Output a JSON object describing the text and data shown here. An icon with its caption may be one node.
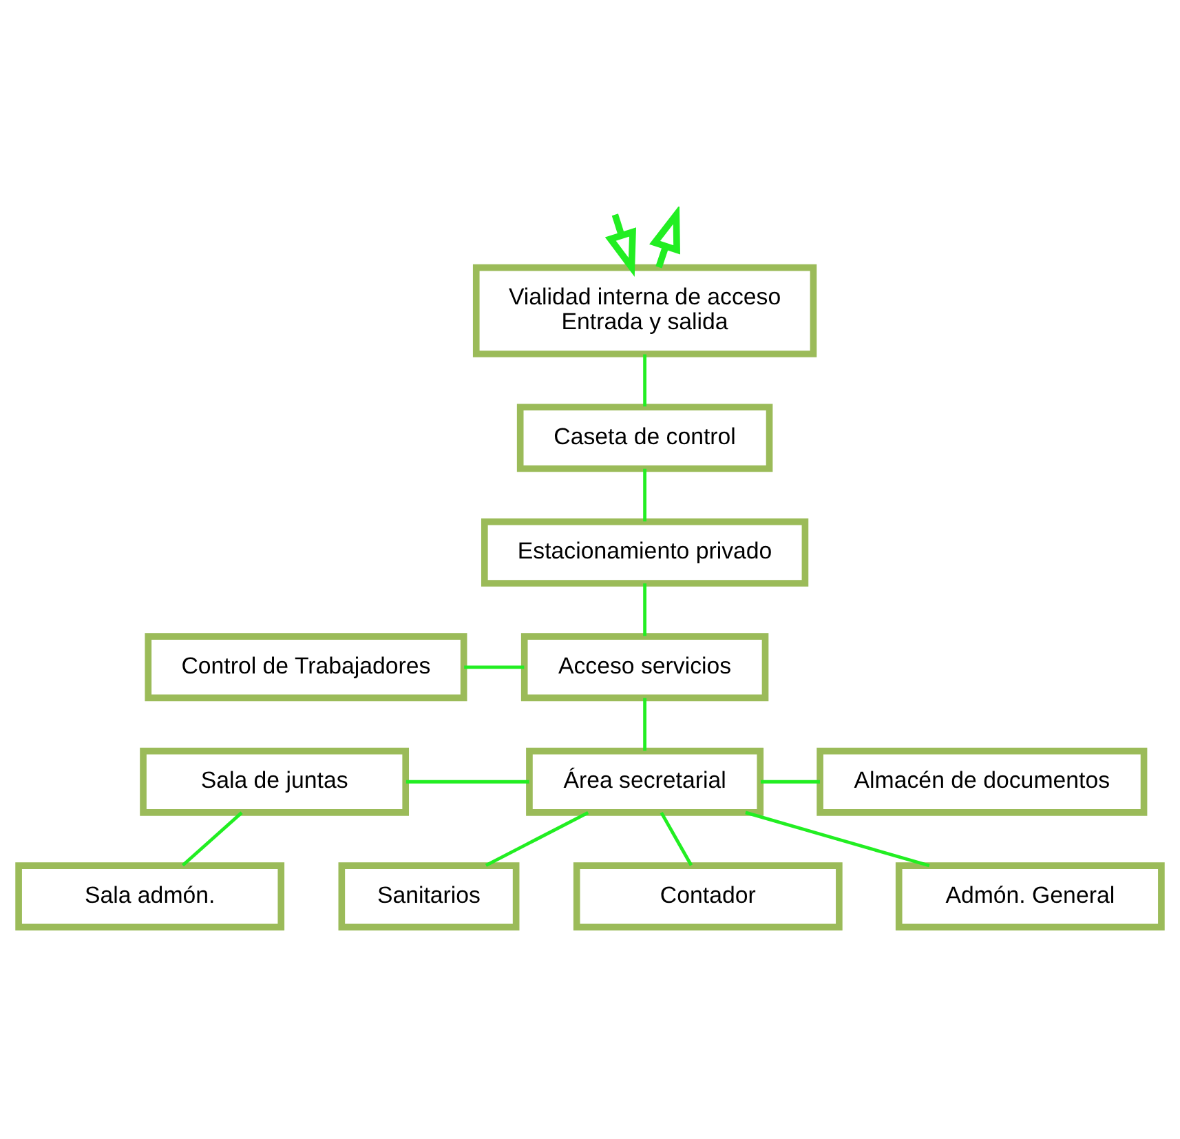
{
  "diagram": {
    "nodes": [
      {
        "text": [
          "Vialidad interna de acceso",
          "Entrada y salida"
        ]
      },
      {
        "text": [
          "Caseta de control"
        ]
      },
      {
        "text": [
          "Estacionamiento privado"
        ]
      },
      {
        "text": [
          "Control de Trabajadores"
        ]
      },
      {
        "text": [
          "Acceso servicios"
        ]
      },
      {
        "text": [
          "Sala de juntas"
        ]
      },
      {
        "text": [
          "Área secretarial"
        ]
      },
      {
        "text": [
          "Almacén de documentos"
        ]
      },
      {
        "text": [
          "Sala admón."
        ]
      },
      {
        "text": [
          "Sanitarios"
        ]
      },
      {
        "text": [
          "Contador"
        ]
      },
      {
        "text": [
          "Admón. General"
        ]
      }
    ],
    "edges": [
      {
        "from": null,
        "to": 0,
        "arrow": "to",
        "style": "thick"
      },
      {
        "from": 0,
        "to": null,
        "arrow": "to",
        "style": "thick"
      },
      {
        "from": 0,
        "to": 1,
        "arrow": "none"
      },
      {
        "from": 1,
        "to": 2,
        "arrow": "none"
      },
      {
        "from": 2,
        "to": 4,
        "arrow": "none"
      },
      {
        "from": 4,
        "to": 3,
        "arrow": "none"
      },
      {
        "from": 4,
        "to": 6,
        "arrow": "none"
      },
      {
        "from": 6,
        "to": 5,
        "arrow": "none"
      },
      {
        "from": 5,
        "to": 8,
        "arrow": "none"
      },
      {
        "from": 6,
        "to": 9,
        "arrow": "none"
      },
      {
        "from": 6,
        "to": 7,
        "arrow": "none"
      },
      {
        "from": 6,
        "to": 10,
        "arrow": "none"
      },
      {
        "from": 6,
        "to": 11,
        "arrow": "none"
      }
    ]
  }
}
